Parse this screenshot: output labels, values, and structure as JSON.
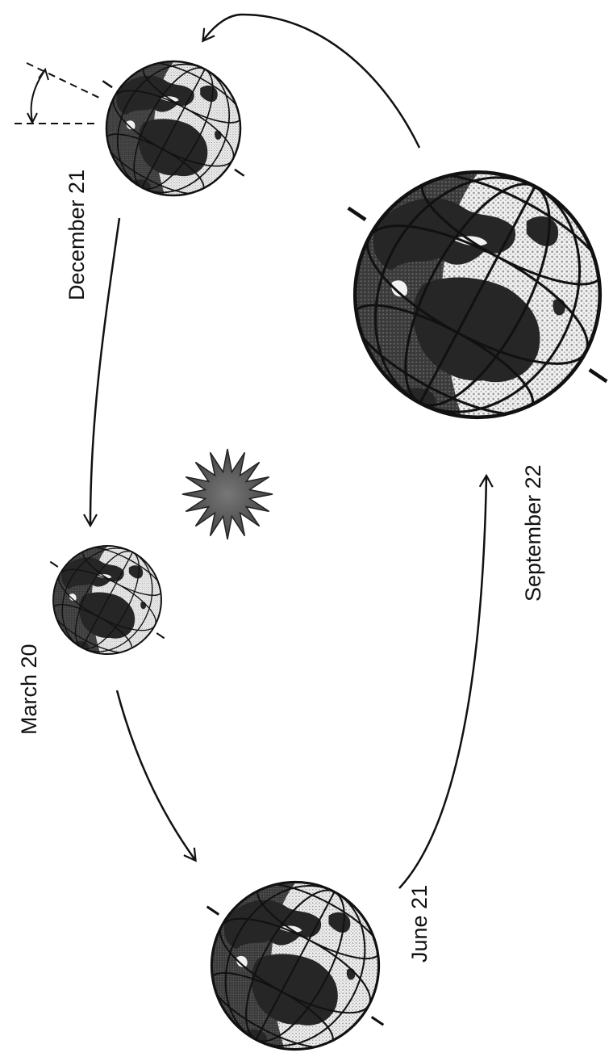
{
  "labels": {
    "december": "December 21",
    "march": "March 20",
    "june": "June 21",
    "september": "September 22"
  },
  "colors": {
    "ink": "#111111",
    "land": "#2b2b2b",
    "ocean_light": "#d2d2d2",
    "ocean_dark": "#3a3a3a",
    "sun": "#555555"
  },
  "icons": {
    "sun": "sun-icon",
    "earth": "globe-icon"
  }
}
